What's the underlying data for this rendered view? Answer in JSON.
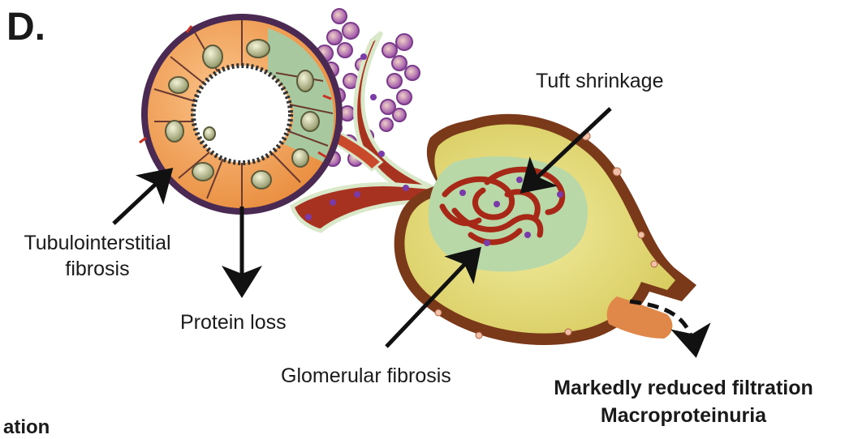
{
  "panel_letter": "D.",
  "labels": {
    "tuft_shrinkage": "Tuft shrinkage",
    "tubulointerstitial_line1": "Tubulointerstitial",
    "tubulointerstitial_line2": "fibrosis",
    "protein_loss": "Protein loss",
    "glomerular_fibrosis": "Glomerular fibrosis",
    "outcome_line1": "Markedly reduced filtration",
    "outcome_line2": "Macroproteinuria"
  },
  "cutoff_text": "ation",
  "colors": {
    "tubule_outer": "#4a2a52",
    "tubule_cell": "#f4a458",
    "fibrotic_cell": "#a8c9a0",
    "capsule_outer": "#7a3a1a",
    "capsule_fill": "#e8e08a",
    "glomerulus_fill": "#b8d8a8",
    "vessel": "#a83220",
    "immune_cell": "#c8a8d8",
    "arrow": "#111111"
  }
}
